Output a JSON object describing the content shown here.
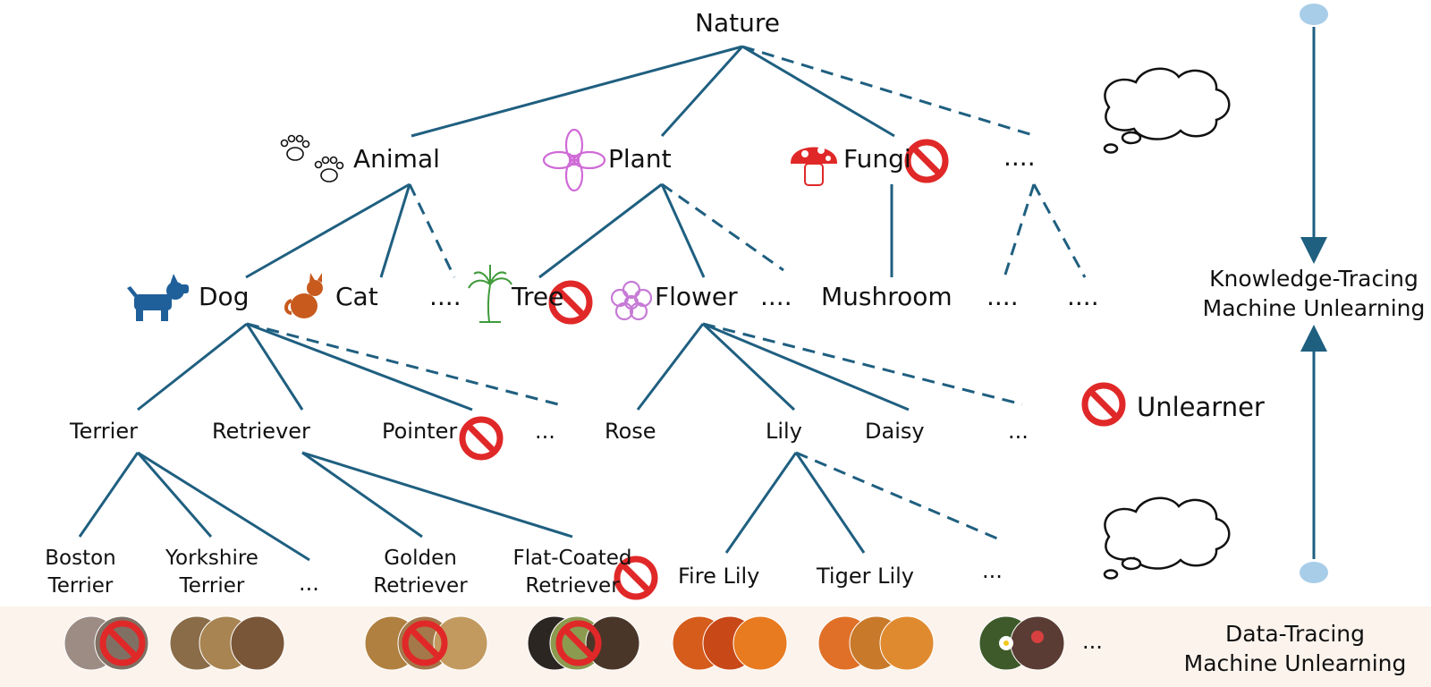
{
  "colors": {
    "edge": "#1f5f80",
    "ban": "#e02828",
    "strip_bg": "#fbf3ec",
    "axis": "#1f5f80",
    "node_circle": "#a8cde8"
  },
  "tree": {
    "root": "Nature",
    "level1": {
      "animal": "Animal",
      "plant": "Plant",
      "fungi": "Fungi",
      "more": "...."
    },
    "level2": {
      "dog": "Dog",
      "cat": "Cat",
      "animal_more": "....",
      "tree": "Tree",
      "flower": "Flower",
      "plant_more": "....",
      "mushroom": "Mushroom",
      "more_a": "....",
      "more_b": "...."
    },
    "level3": {
      "terrier": "Terrier",
      "retriever": "Retriever",
      "pointer": "Pointer",
      "dog_more": "...",
      "rose": "Rose",
      "lily": "Lily",
      "daisy": "Daisy",
      "flower_more": "..."
    },
    "level4": {
      "boston_1": "Boston",
      "boston_2": "Terrier",
      "yorkshire_1": "Yorkshire",
      "yorkshire_2": "Terrier",
      "terrier_more": "...",
      "golden_1": "Golden",
      "golden_2": "Retriever",
      "flat_1": "Flat-Coated",
      "flat_2": "Retriever",
      "fire_lily": "Fire Lily",
      "tiger_lily": "Tiger Lily",
      "lily_more": "..."
    }
  },
  "legend": {
    "unlearner": "Unlearner"
  },
  "side": {
    "knowledge_1": "Knowledge-Tracing",
    "knowledge_2": "Machine Unlearning",
    "data_1": "Data-Tracing",
    "data_2": "Machine Unlearning"
  },
  "photo_strip": {
    "more": "..."
  },
  "icons": [
    "paw-prints-icon",
    "flower-icon",
    "mushroom-icon",
    "dog-icon",
    "cat-icon",
    "palm-tree-icon",
    "blossom-icon",
    "ban-icon",
    "thought-cloud-icon"
  ]
}
